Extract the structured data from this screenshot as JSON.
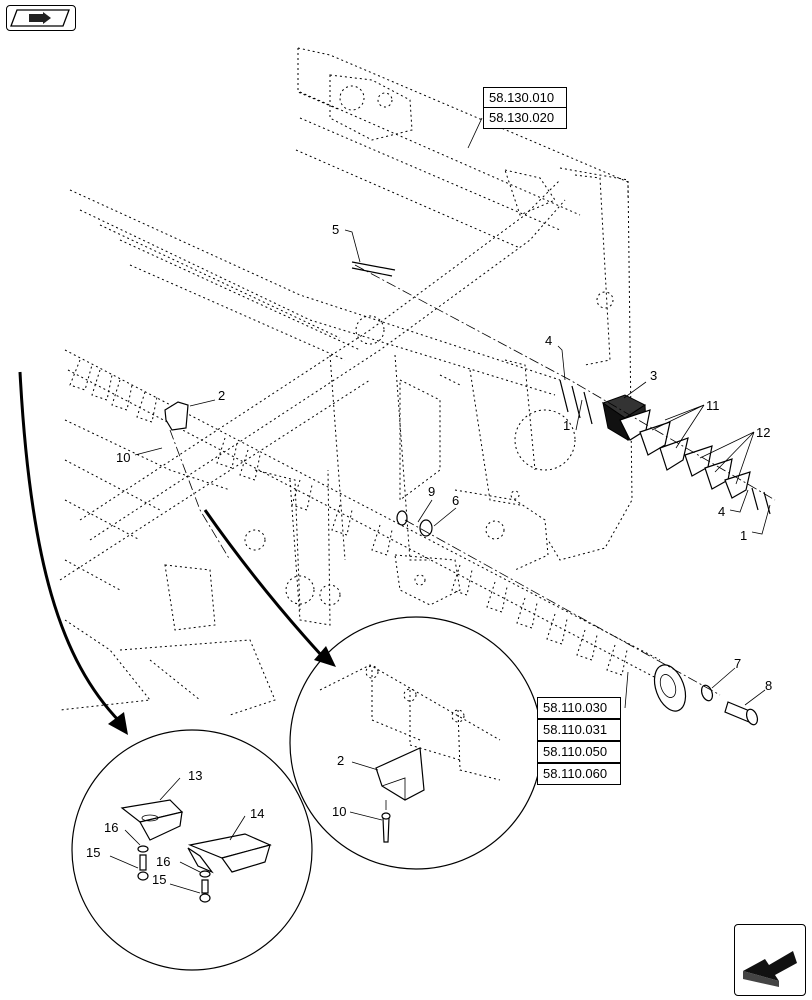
{
  "callouts": [
    {
      "id": "c1a",
      "text": "1"
    },
    {
      "id": "c1b",
      "text": "1"
    },
    {
      "id": "c2a",
      "text": "2"
    },
    {
      "id": "c2b",
      "text": "2"
    },
    {
      "id": "c3",
      "text": "3"
    },
    {
      "id": "c4a",
      "text": "4"
    },
    {
      "id": "c4b",
      "text": "4"
    },
    {
      "id": "c5",
      "text": "5"
    },
    {
      "id": "c6",
      "text": "6"
    },
    {
      "id": "c7",
      "text": "7"
    },
    {
      "id": "c8",
      "text": "8"
    },
    {
      "id": "c9",
      "text": "9"
    },
    {
      "id": "c10a",
      "text": "10"
    },
    {
      "id": "c10b",
      "text": "10"
    },
    {
      "id": "c11",
      "text": "11"
    },
    {
      "id": "c12",
      "text": "12"
    },
    {
      "id": "c13",
      "text": "13"
    },
    {
      "id": "c14",
      "text": "14"
    },
    {
      "id": "c15a",
      "text": "15"
    },
    {
      "id": "c15b",
      "text": "15"
    },
    {
      "id": "c16a",
      "text": "16"
    },
    {
      "id": "c16b",
      "text": "16"
    }
  ],
  "references": {
    "top_group": [
      "58.130.010",
      "58.130.020"
    ],
    "bottom_group": [
      "58.110.030",
      "58.110.031",
      "58.110.050",
      "58.110.060"
    ]
  },
  "nav": {
    "back_icon": "hand-pointing-icon",
    "next_icon": "next-page-arrow-icon"
  }
}
